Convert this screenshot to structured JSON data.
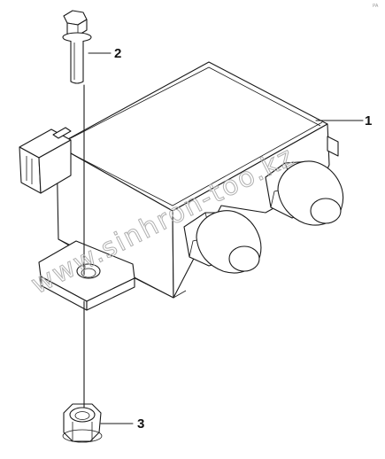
{
  "diagram": {
    "corner_mark": "PA",
    "watermark": "www.sinhron-too.kz",
    "callouts": [
      {
        "number": "1",
        "part": "module-housing"
      },
      {
        "number": "2",
        "part": "flange-bolt"
      },
      {
        "number": "3",
        "part": "flange-nut"
      }
    ]
  }
}
